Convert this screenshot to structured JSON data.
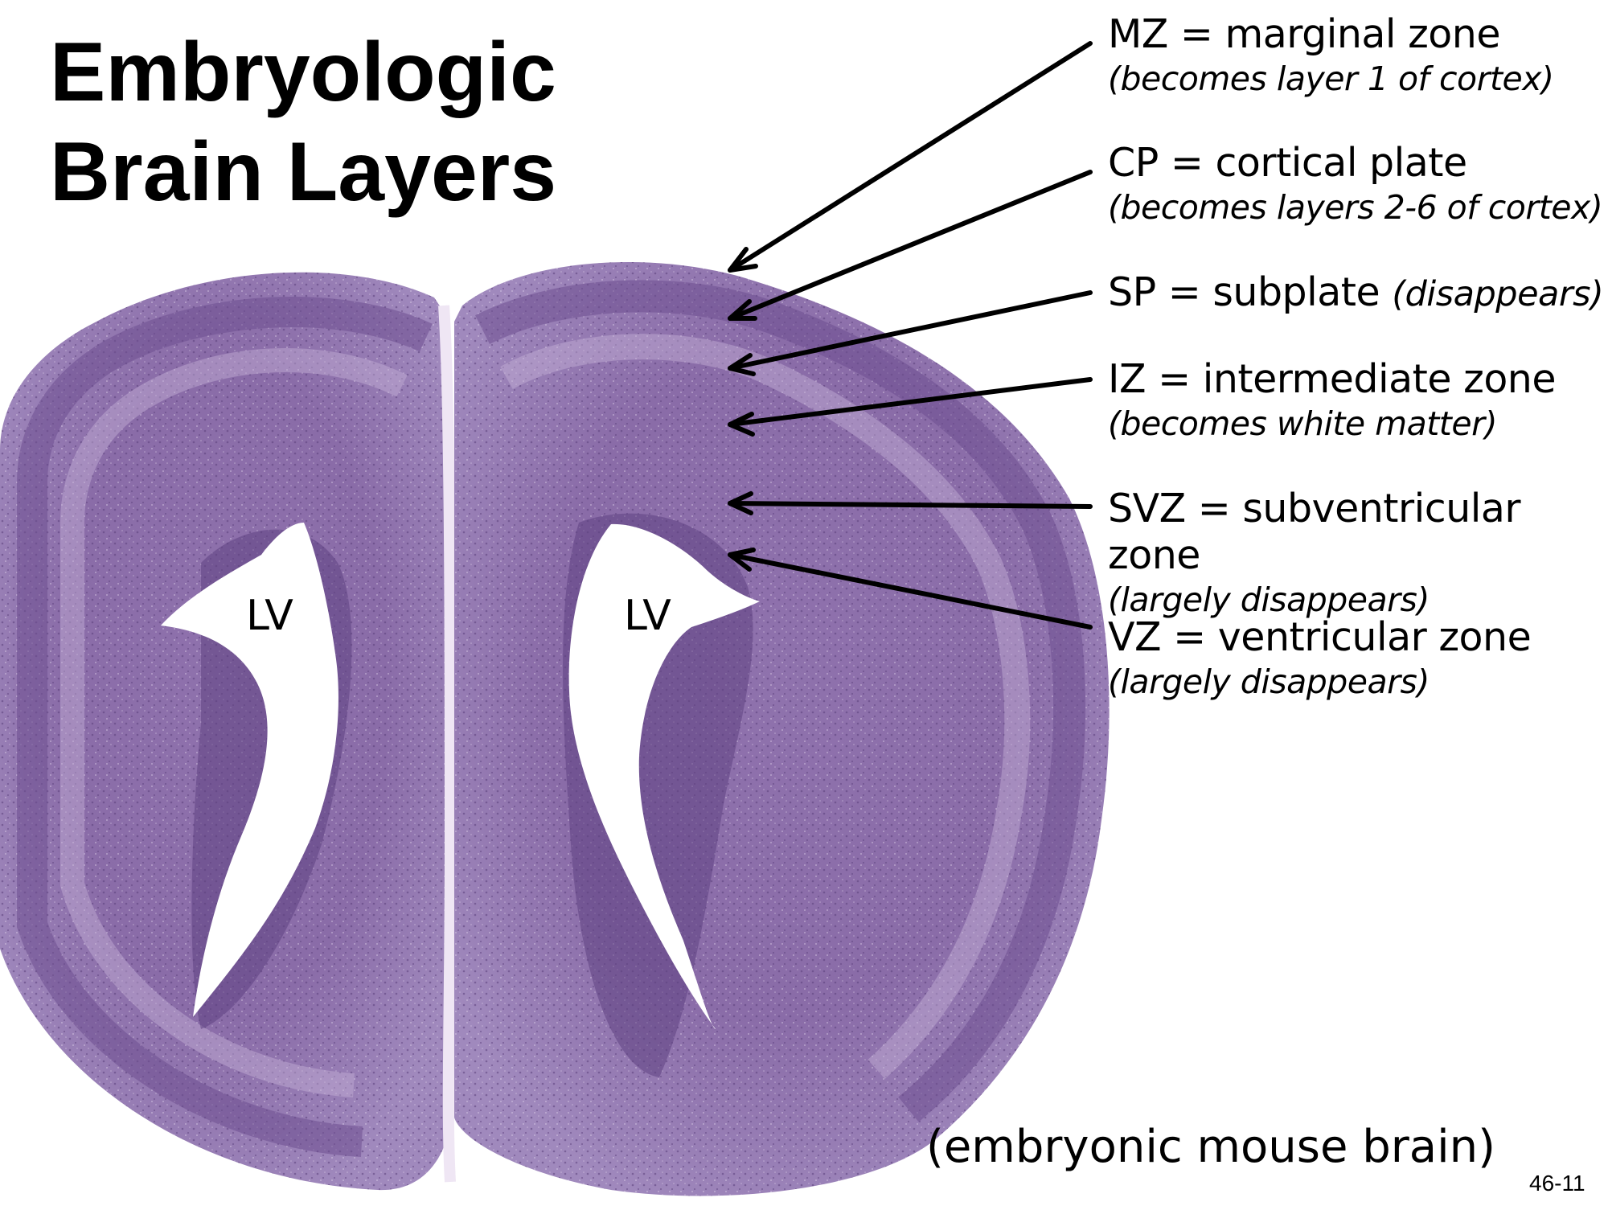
{
  "title": {
    "line1": "Embryologic",
    "line2": "Brain Layers"
  },
  "layers": [
    {
      "abbr": "MZ",
      "main": "MZ = marginal zone",
      "sub": "(becomes layer 1 of cortex)"
    },
    {
      "abbr": "CP",
      "main": "CP = cortical plate",
      "sub": "(becomes layers 2-6 of cortex)"
    },
    {
      "abbr": "SP",
      "main": "SP = subplate",
      "sub": "(disappears)"
    },
    {
      "abbr": "IZ",
      "main": "IZ = intermediate zone",
      "sub": "(becomes white matter)"
    },
    {
      "abbr": "SVZ",
      "main": "SVZ = subventricular zone",
      "sub": "(largely disappears)"
    },
    {
      "abbr": "VZ",
      "main": "VZ = ventricular zone",
      "sub": "(largely disappears)"
    }
  ],
  "ventricle_label": "LV",
  "caption": "(embryonic mouse brain)",
  "page_number": "46-11",
  "colors": {
    "tissue_dark": "#7a5a98",
    "tissue_mid": "#9478b2",
    "tissue_light": "#c8b6da",
    "annotation": "#000000"
  }
}
